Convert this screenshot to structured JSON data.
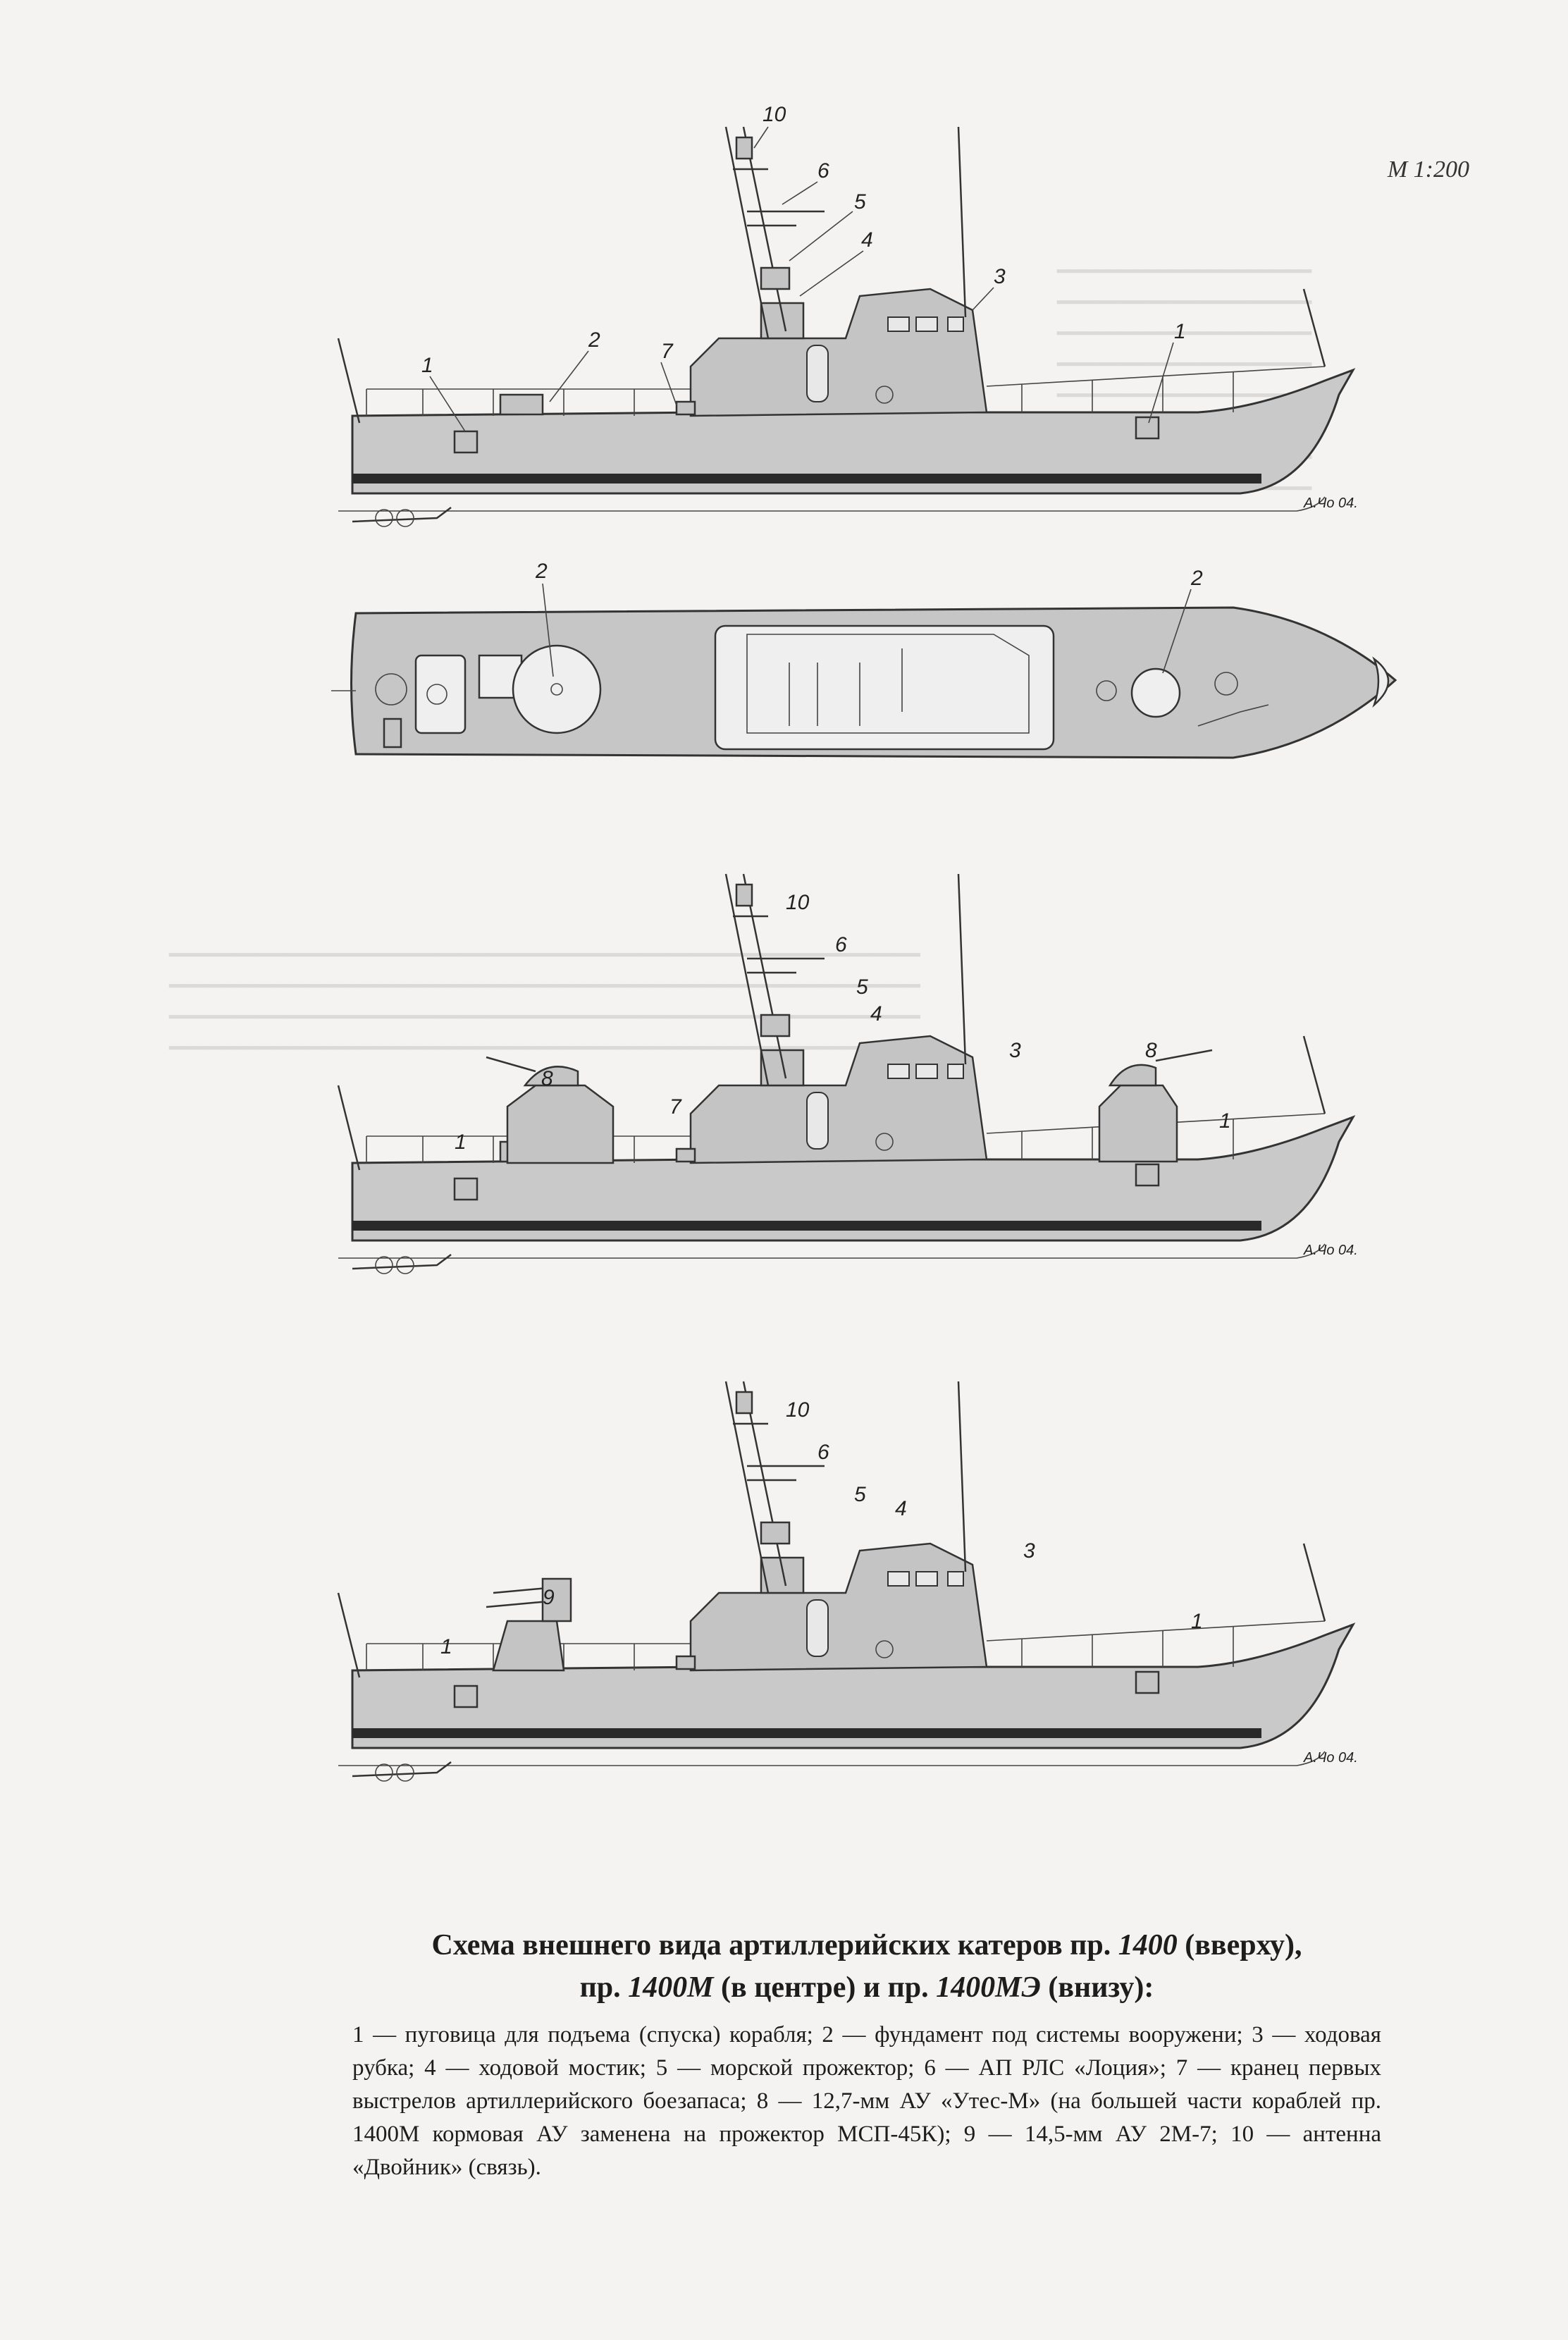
{
  "scale": "М 1:200",
  "callouts": {
    "top": [
      "10",
      "6",
      "5",
      "4",
      "3",
      "1",
      "2",
      "7",
      "1"
    ],
    "plan": [
      "2",
      "2"
    ],
    "middle": [
      "10",
      "6",
      "5",
      "4",
      "3",
      "8",
      "8",
      "7",
      "1",
      "1"
    ],
    "bottom": [
      "10",
      "6",
      "5",
      "4",
      "3",
      "9",
      "1",
      "1"
    ]
  },
  "signature": "А.Чо 04.",
  "caption": {
    "title_line1_a": "Схема внешнего вида артиллерийских катеров пр. ",
    "title_line1_b": "1400",
    "title_line1_c": " (вверху),",
    "title_line2_a": "пр. ",
    "title_line2_b": "1400М",
    "title_line2_c": " (в центре) и пр. ",
    "title_line2_d": "1400МЭ",
    "title_line2_e": " (внизу):",
    "body": "1 — пуговица для подъема (спуска) корабля; 2 — фундамент под системы вооружени; 3 — ходовая рубка; 4 — ходовой мостик; 5 — морской прожектор; 6 — АП РЛС «Лоция»; 7 — кранец первых выстрелов артиллерийского боезапаса; 8 — 12,7-мм АУ «Утес-М» (на большей части кораблей пр. 1400М кормовая АУ заменена на прожектор МСП-45К); 9 — 14,5-мм АУ 2М-7; 10 — антенна «Двойник» (связь)."
  }
}
